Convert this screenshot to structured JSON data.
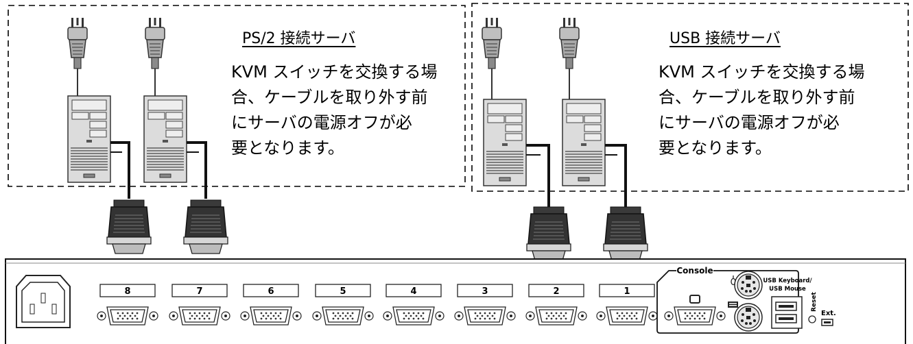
{
  "sections": [
    {
      "title": "PS/2 接続サーバ",
      "lines": [
        "KVM スイッチを交換する場",
        "合、ケーブルを取り外す前",
        "にサーバの電源オフが必",
        "要となります。"
      ]
    },
    {
      "title": "USB 接続サーバ",
      "lines": [
        "KVM スイッチを交換する場",
        "合、ケーブルを取り外す前",
        "にサーバの電源オフが必",
        "要となります。"
      ]
    }
  ],
  "kvm_panel": {
    "port_labels": [
      "8",
      "7",
      "6",
      "5",
      "4",
      "3",
      "2",
      "1"
    ],
    "console_label": "Console",
    "usb_label_line1": "USB Keyboard/",
    "usb_label_line2": "USB Mouse",
    "reset_label": "Reset",
    "ext_label": "Ext."
  }
}
